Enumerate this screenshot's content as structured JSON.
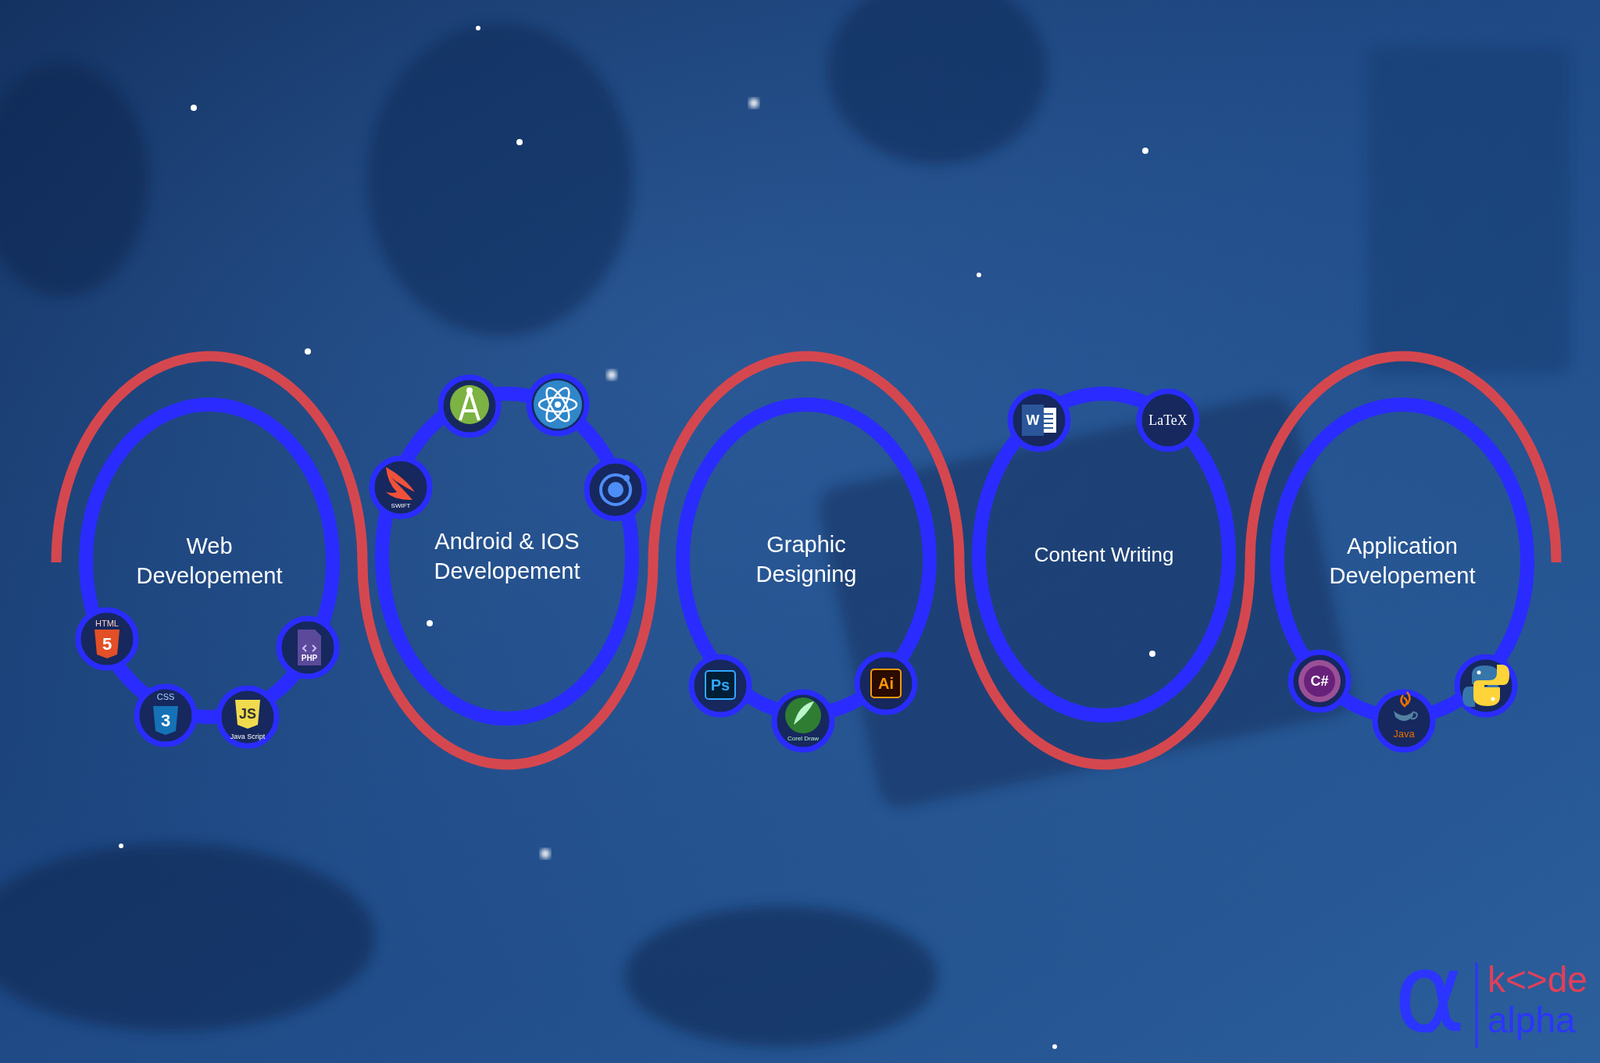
{
  "diagram": {
    "nodes": [
      {
        "text": [
          "Web Developement"
        ]
      },
      {
        "text": [
          "Android & IOS Developement"
        ]
      },
      {
        "text": [
          "Graphic Designing"
        ]
      },
      {
        "text": [
          "Content Writing"
        ]
      },
      {
        "text": [
          "Application Developement"
        ]
      }
    ],
    "labels": [
      "HTML",
      "5",
      "CSS",
      "3",
      "JS",
      "Java Script",
      "PHP",
      "SWIFT",
      "Ps",
      "Corel Draw",
      "Ai",
      "W",
      "LaTeX",
      "C#",
      "Java",
      "α",
      "k<>de",
      "alpha"
    ]
  }
}
